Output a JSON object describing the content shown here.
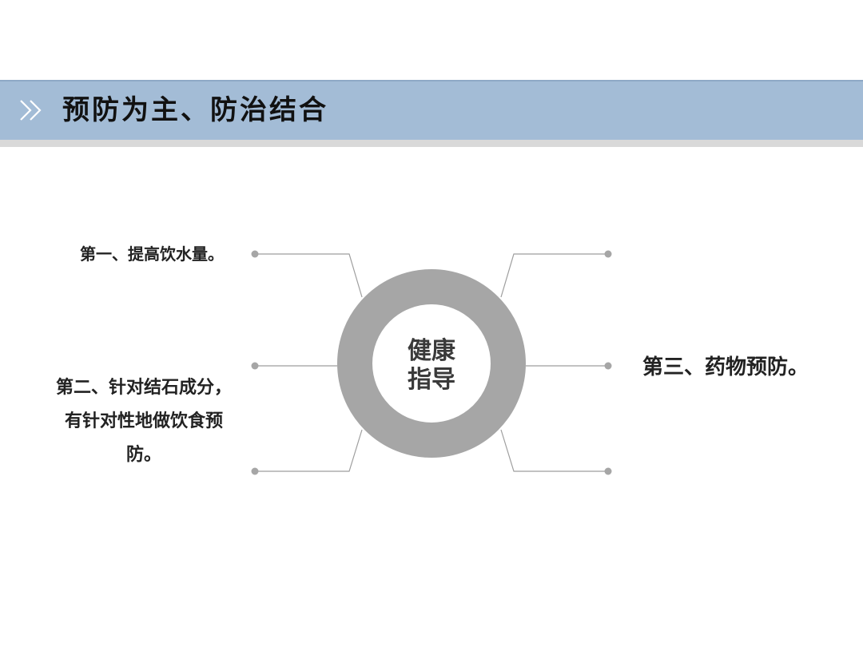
{
  "header": {
    "title": "预防为主、防治结合",
    "icon": "double-chevron-right-icon",
    "band_color": "#a3bcd6"
  },
  "diagram": {
    "center_label": [
      "健康",
      "指导"
    ],
    "ring_color": "#a6a6a6",
    "connector_color": "#9e9e9e",
    "items": [
      {
        "text": "第一、提高饮水量。"
      },
      {
        "text": "第二、针对结石成分，有针对性地做饮食预防。"
      },
      {
        "text": "第三、药物预防。"
      }
    ]
  }
}
